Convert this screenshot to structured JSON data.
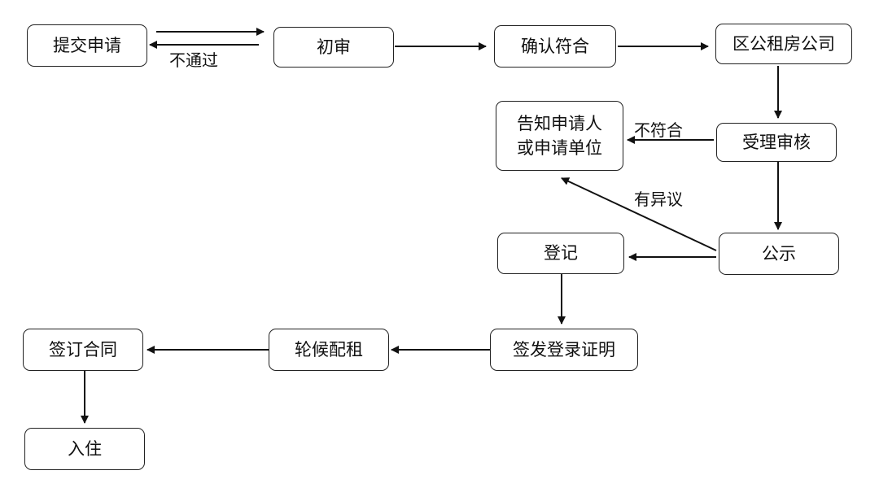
{
  "nodes": {
    "submit": "提交申请",
    "initial_review": "初审",
    "confirm_match": "确认符合",
    "district_company": "区公租房公司",
    "notify_line1": "告知申请人",
    "notify_line2": "或申请单位",
    "accept_review": "受理审核",
    "publicity": "公示",
    "register": "登记",
    "issue_certificate": "签发登录证明",
    "waitlist": "轮候配租",
    "sign_contract": "签订合同",
    "move_in": "入住"
  },
  "edge_labels": {
    "not_passed": "不通过",
    "not_matching": "不符合",
    "objection": "有异议"
  }
}
